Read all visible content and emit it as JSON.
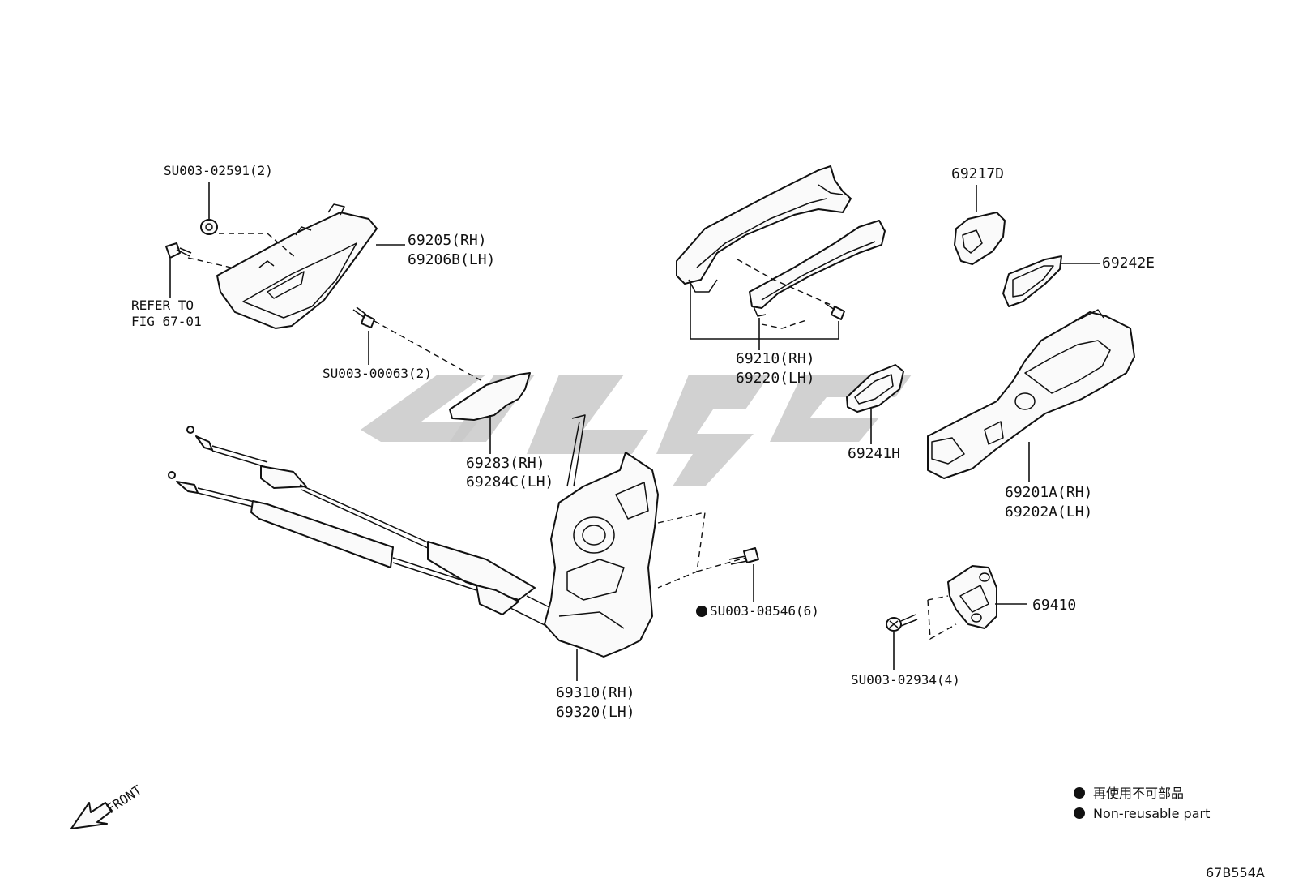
{
  "labels": {
    "su003_02591": "SU003-02591(2)",
    "p69205": "69205(RH)",
    "p69206b": "69206B(LH)",
    "refer_to": "REFER TO",
    "fig_67_01": "FIG 67-01",
    "su003_00063": "SU003-00063(2)",
    "p69210": "69210(RH)",
    "p69220": "69220(LH)",
    "p69217d": "69217D",
    "p69242e": "69242E",
    "p69241h": "69241H",
    "p69201a": "69201A(RH)",
    "p69202a": "69202A(LH)",
    "p69283": "69283(RH)",
    "p69284c": "69284C(LH)",
    "su003_08546": "SU003-08546(6)",
    "p69410": "69410",
    "su003_02934": "SU003-02934(4)",
    "p69310": "69310(RH)",
    "p69320": "69320(LH)",
    "front": "FRONT"
  },
  "legend": {
    "jp": "再使用不可部品",
    "en": "Non-reusable part"
  },
  "figure_code": "67B554A"
}
